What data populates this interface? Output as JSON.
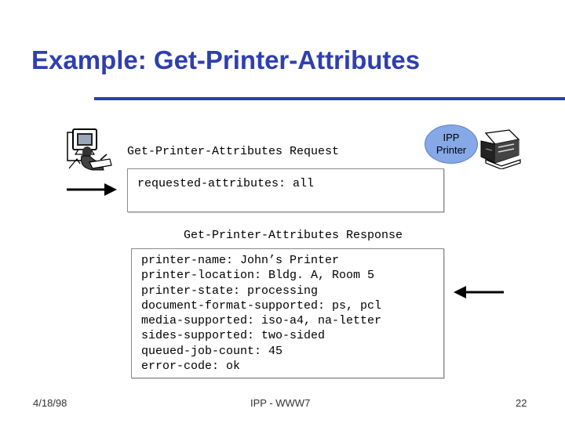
{
  "slide": {
    "title": "Example: Get-Printer-Attributes",
    "footer_left": "4/18/98",
    "footer_center": "IPP - WWW7",
    "footer_right": "22"
  },
  "request": {
    "label": "Get-Printer-Attributes Request",
    "lines": [
      "requested-attributes: all"
    ]
  },
  "printer_badge": {
    "line1": "IPP",
    "line2": "Printer"
  },
  "response": {
    "label": "Get-Printer-Attributes Response",
    "lines": [
      "printer-name: John’s Printer",
      "printer-location: Bldg. A, Room 5",
      "printer-state: processing",
      "document-format-supported: ps, pcl",
      "media-supported: iso-a4, na-letter",
      "sides-supported: two-sided",
      "queued-job-count: 45",
      "error-code: ok"
    ]
  },
  "icons": {
    "client": "user-at-computer-icon",
    "printer": "printer-icon",
    "request_arrow": "arrow-right-icon",
    "response_arrow": "arrow-left-icon"
  },
  "colors": {
    "title": "#2f3fb0",
    "badge": "#86a8e6"
  }
}
